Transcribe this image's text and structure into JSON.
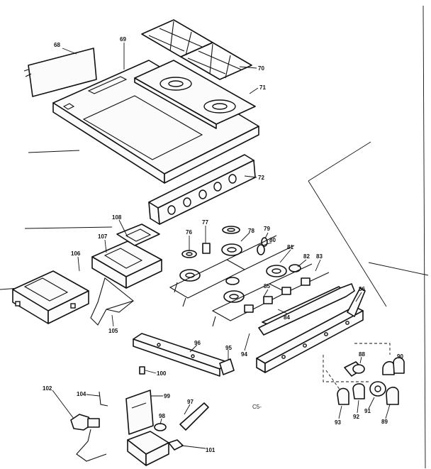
{
  "diagram": {
    "callouts": {
      "c68": "68",
      "c69": "69",
      "c70": "70",
      "c71": "71",
      "c72": "72",
      "c106a": "106",
      "c107": "107",
      "c108": "108",
      "c105": "105",
      "c76": "76",
      "c77": "77",
      "c78": "78",
      "c79": "79",
      "c80": "80",
      "c81": "81",
      "c82": "82",
      "c83": "83",
      "c84": "84",
      "c85": "85",
      "c86": "86",
      "c94": "94",
      "c95": "95",
      "c96": "96",
      "c100": "100",
      "c102": "102",
      "c104": "104",
      "c99": "99",
      "c98": "98",
      "c97": "97",
      "c101": "101",
      "c88": "88",
      "c89": "89",
      "c90": "90",
      "c91": "91",
      "c92": "92",
      "c93": "93"
    },
    "scan_mark": "C5-"
  }
}
